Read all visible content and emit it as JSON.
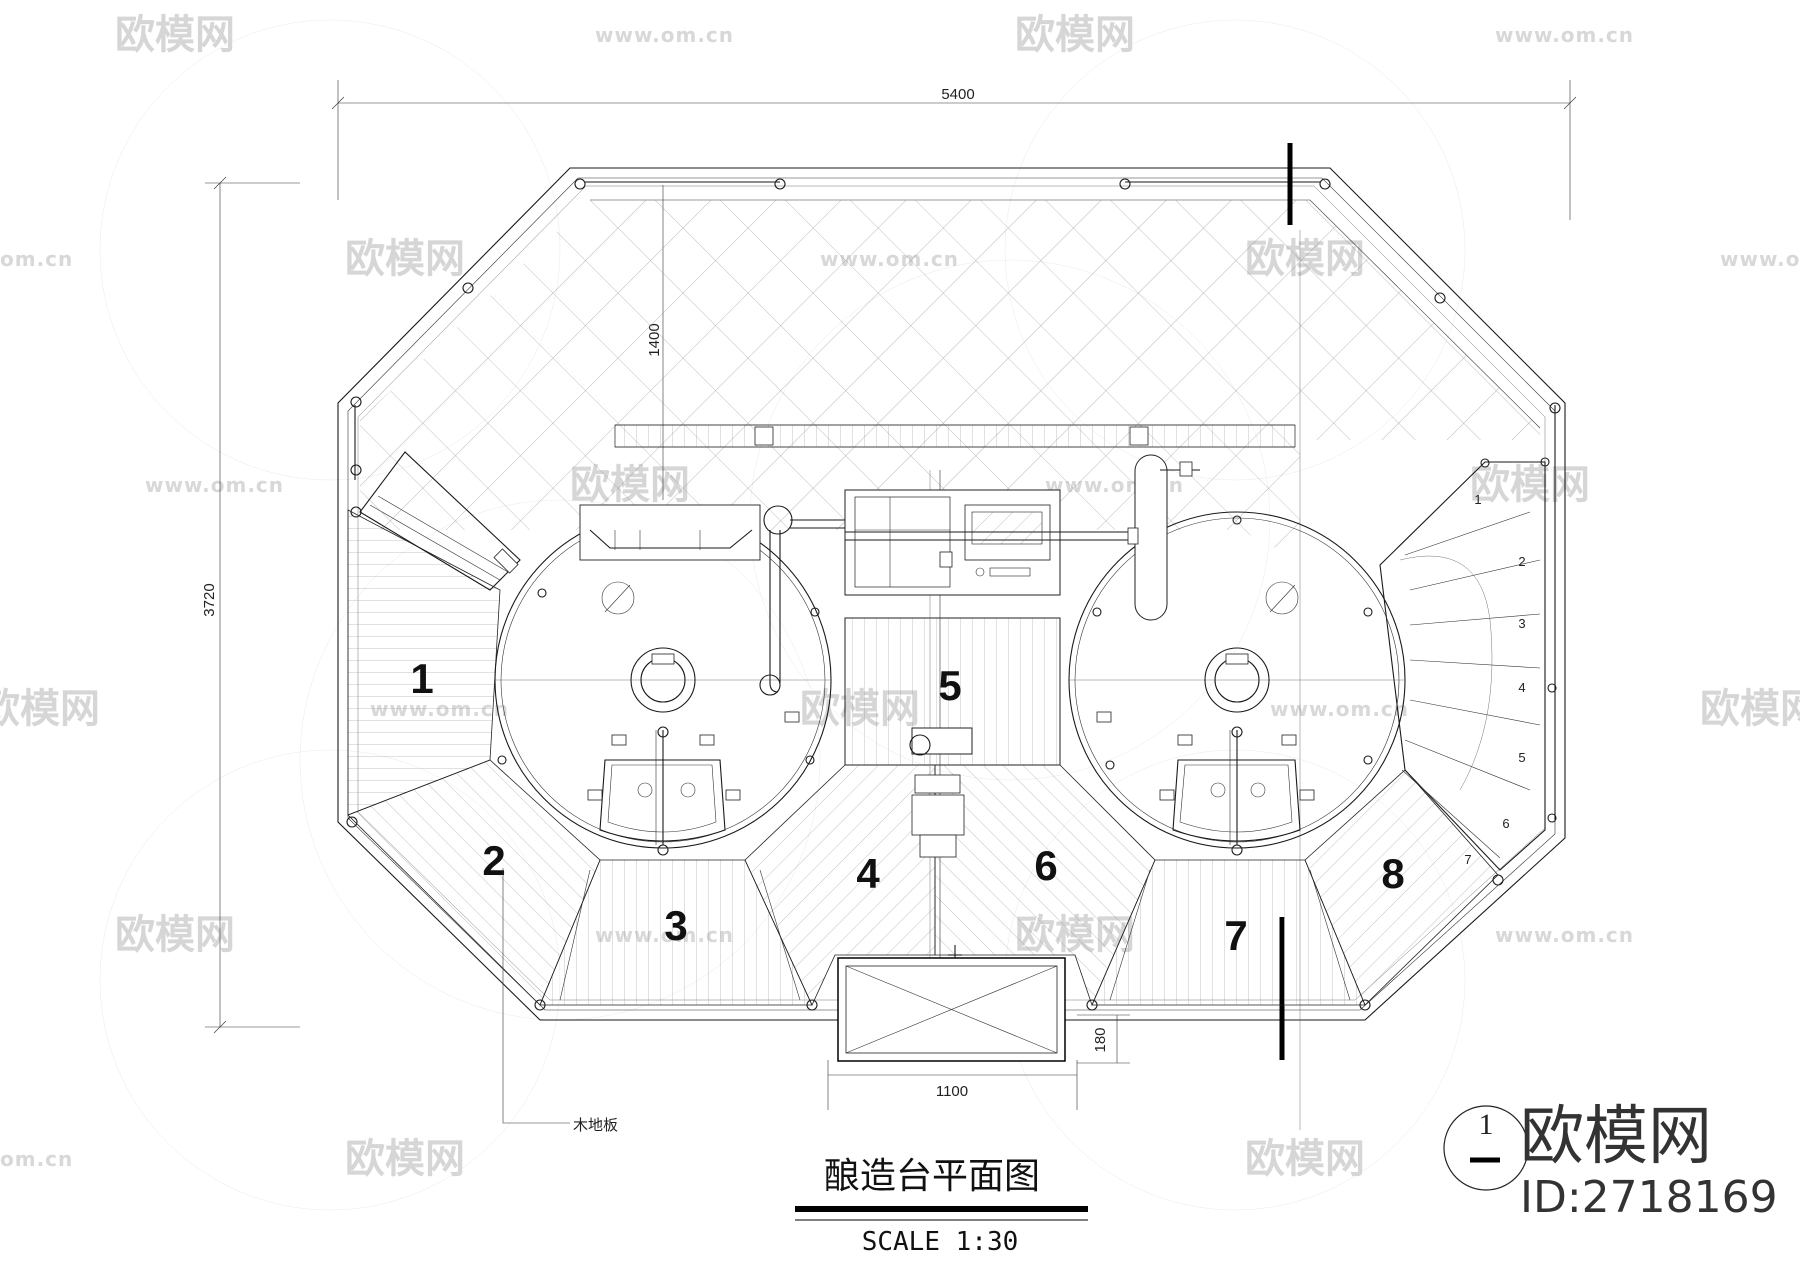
{
  "drawing": {
    "title": "酿造台平面图",
    "scale": "SCALE 1:30",
    "sheet_number": "1",
    "note_floor": "木地板"
  },
  "dimensions": {
    "overall_width": "5400",
    "overall_depth": "3720",
    "offset": "1400",
    "entry_width": "1100",
    "entry_depth": "180"
  },
  "zones": [
    "1",
    "2",
    "3",
    "4",
    "5",
    "6",
    "7",
    "8"
  ],
  "stairs": [
    "1",
    "2",
    "3",
    "4",
    "5",
    "6",
    "7"
  ],
  "watermark": {
    "brand": "欧模网",
    "url": "www.om.cn",
    "url_partial": "om.cn",
    "id": "ID:2718169"
  }
}
